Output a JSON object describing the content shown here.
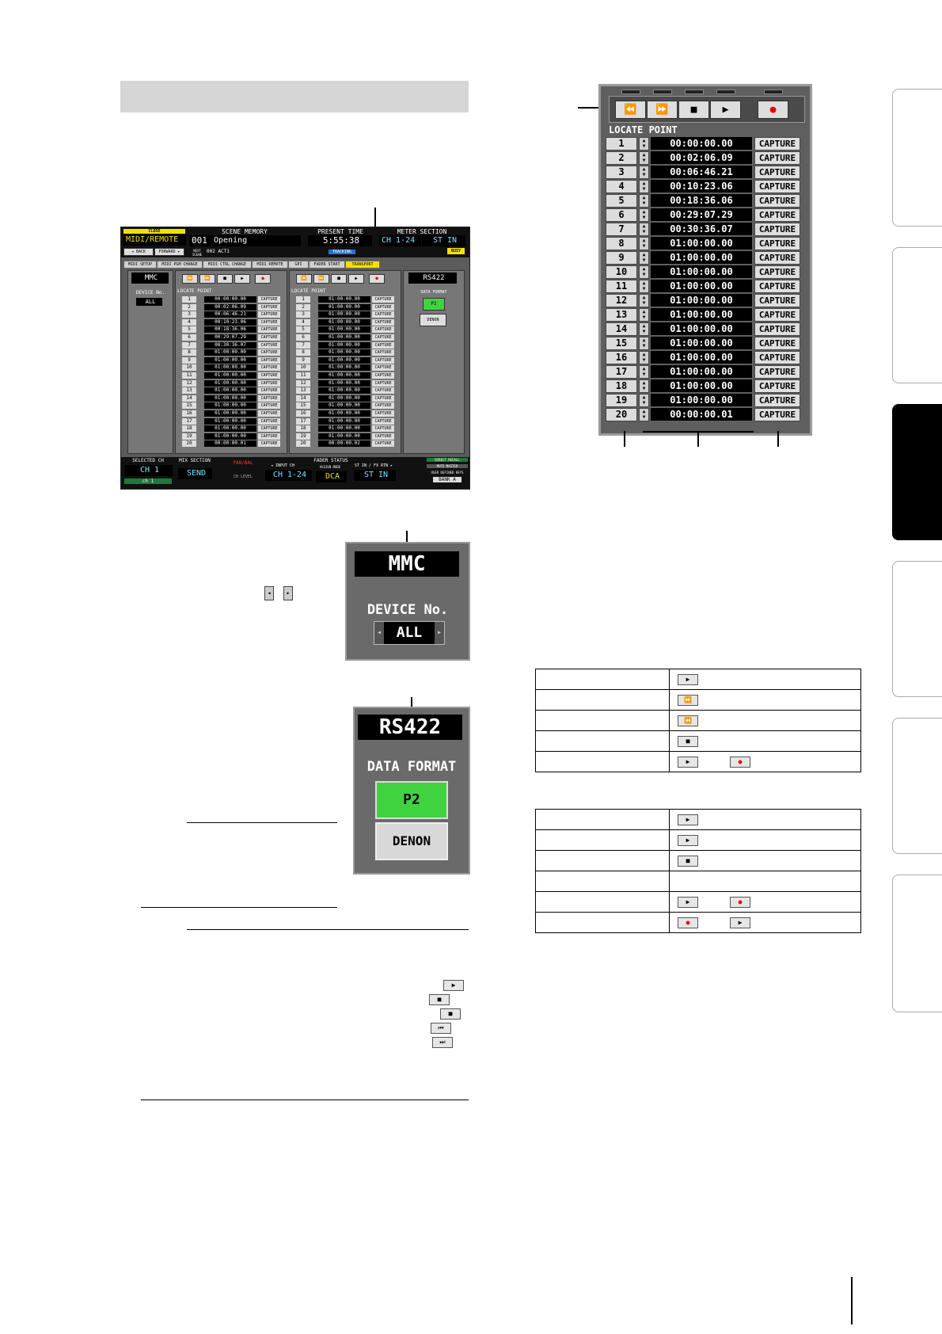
{
  "screen": {
    "header": {
      "close": "CLOSE",
      "function": "MIDI/REMOTE",
      "back": "◂ BACK",
      "forward": "FORWARD ▸",
      "scene_memory_label": "SCENE MEMORY",
      "scene_number": "001",
      "scene_title": "Opening",
      "next_scene_label": "NEXT SCENE",
      "next_scene": "002 ACT1",
      "present_time_label": "PRESENT TIME",
      "present_time": "5:55:38",
      "tracking": "TRACKING",
      "meter_section_label": "METER SECTION",
      "meter_left": "CH 1-24",
      "meter_right": "ST IN",
      "busy": "BUSY"
    },
    "tabs": [
      "MIDI SETUP",
      "MIDI PGM CHANGE",
      "MIDI CTRL CHANGE",
      "MIDI REMOTE",
      "GPI",
      "FADER START",
      "TRANSPORT"
    ],
    "mmc": {
      "title": "MMC",
      "device_label": "DEVICE No.",
      "device_value": "ALL"
    },
    "rs422": {
      "title": "RS422",
      "format_label": "DATA FORMAT",
      "p2": "P2",
      "denon": "DENON"
    },
    "locate_label": "LOCATE POINT",
    "capture": "CAPTURE",
    "left_times": [
      "00:00:00.00",
      "00:02:06.09",
      "00:06:46.21",
      "00:10:23.06",
      "00:18:36.06",
      "00:29:07.29",
      "00:30:36.07",
      "01:00:00.00",
      "01:00:00.00",
      "01:00:00.00",
      "01:00:00.00",
      "01:00:00.00",
      "01:00:00.00",
      "01:00:00.00",
      "01:00:00.00",
      "01:00:00.00",
      "01:00:00.00",
      "01:00:00.00",
      "01:00:00.00",
      "00:00:00.01"
    ],
    "right_times": [
      "01:00:00.00",
      "01:00:00.00",
      "01:00:00.00",
      "01:00:00.00",
      "01:00:00.00",
      "01:00:00.00",
      "01:00:00.00",
      "01:00:00.00",
      "01:00:00.00",
      "01:00:00.00",
      "01:00:00.00",
      "01:00:00.00",
      "01:00:00.00",
      "01:00:00.00",
      "01:00:00.00",
      "01:00:00.00",
      "01:00:00.00",
      "01:00:00.00",
      "01:00:00.00",
      "00:00:00.02"
    ],
    "footer": {
      "selected_ch_label": "SELECTED CH",
      "selected_ch": "CH 1",
      "selected_ch_name": "ch 1",
      "mix_section_label": "MIX SECTION",
      "mix_section": "SEND",
      "pan_bal": "PAN/BAL",
      "ch_level": "CH LEVEL",
      "fader_status_label": "FADER STATUS",
      "input_ch_label": "◂ INPUT CH",
      "input_ch": "CH 1-24",
      "assign": "ASSIGN MODE",
      "dca": "DCA",
      "st_in_label": "ST IN / FX RTN ▸",
      "st_in": "ST IN",
      "direct_recall": "DIRECT RECALL",
      "mute_master": "MUTE MASTER",
      "user_define": "USER DEFINED KEYS",
      "bank": "BANK A"
    }
  },
  "locate": {
    "label": "LOCATE POINT",
    "capture": "CAPTURE",
    "points": [
      {
        "n": "1",
        "t": "00:00:00.00"
      },
      {
        "n": "2",
        "t": "00:02:06.09"
      },
      {
        "n": "3",
        "t": "00:06:46.21"
      },
      {
        "n": "4",
        "t": "00:10:23.06"
      },
      {
        "n": "5",
        "t": "00:18:36.06"
      },
      {
        "n": "6",
        "t": "00:29:07.29"
      },
      {
        "n": "7",
        "t": "00:30:36.07"
      },
      {
        "n": "8",
        "t": "01:00:00.00"
      },
      {
        "n": "9",
        "t": "01:00:00.00"
      },
      {
        "n": "10",
        "t": "01:00:00.00"
      },
      {
        "n": "11",
        "t": "01:00:00.00"
      },
      {
        "n": "12",
        "t": "01:00:00.00"
      },
      {
        "n": "13",
        "t": "01:00:00.00"
      },
      {
        "n": "14",
        "t": "01:00:00.00"
      },
      {
        "n": "15",
        "t": "01:00:00.00"
      },
      {
        "n": "16",
        "t": "01:00:00.00"
      },
      {
        "n": "17",
        "t": "01:00:00.00"
      },
      {
        "n": "18",
        "t": "01:00:00.00"
      },
      {
        "n": "19",
        "t": "01:00:00.00"
      },
      {
        "n": "20",
        "t": "00:00:00.01"
      }
    ]
  },
  "mmc_panel": {
    "title": "MMC",
    "device_label": "DEVICE No.",
    "device_value": "ALL"
  },
  "rs422_panel": {
    "title": "RS422",
    "format_label": "DATA FORMAT",
    "p2": "P2",
    "denon": "DENON"
  },
  "icons": {
    "rewind": "⏪",
    "ffwd": "⏩",
    "stop": "■",
    "play": "▶",
    "record": "●",
    "locate_back": "◂",
    "locate_fwd": "▸",
    "skip_prev": "⏮",
    "skip_next": "⏭"
  },
  "colors": {
    "p2_green": "#3fd43f",
    "header_yellow": "#f2e100",
    "record_red": "#e00000"
  }
}
